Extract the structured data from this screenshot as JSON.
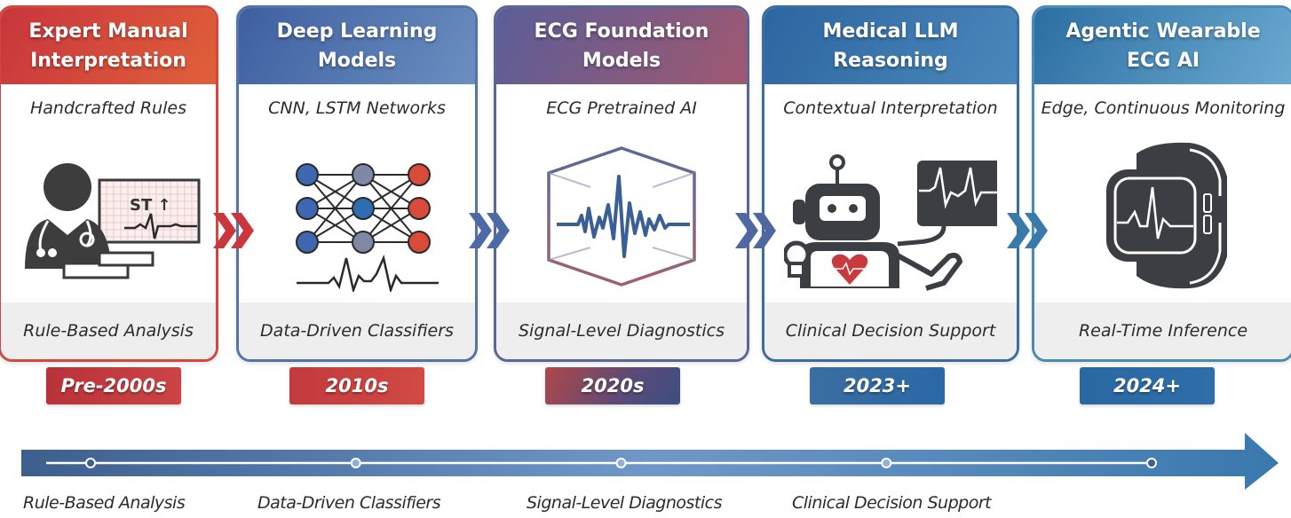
{
  "stages": [
    {
      "title_line1": "Expert Manual",
      "title_line2": "Interpretation",
      "subtitle": "Handcrafted Rules",
      "icon": "doctor-ecg-monitor-icon",
      "icon_text": "ST ↑",
      "footer": "Rule-Based Analysis",
      "era": "Pre-2000s",
      "header_colors": [
        "#c8353c",
        "#e0603a"
      ],
      "border_color": "#d0493f"
    },
    {
      "title_line1": "Deep Learning",
      "title_line2": "Models",
      "subtitle": "CNN, LSTM Networks",
      "icon": "neural-network-icon",
      "footer": "Data-Driven Classifiers",
      "era": "2010s",
      "header_colors": [
        "#3e5fa0",
        "#6a8fc0"
      ],
      "border_color": "#5473a8"
    },
    {
      "title_line1": "ECG Foundation",
      "title_line2": "Models",
      "subtitle": "ECG Pretrained AI",
      "icon": "ecg-cube-icon",
      "footer": "Signal-Level Diagnostics",
      "era": "2020s",
      "header_colors": [
        "#5a5e98",
        "#a05870"
      ],
      "border_color": "#5a6796"
    },
    {
      "title_line1": "Medical LLM",
      "title_line2": "Reasoning",
      "subtitle": "Contextual Interpretation",
      "icon": "robot-heart-monitor-icon",
      "footer": "Clinical Decision Support",
      "era": "2023+",
      "header_colors": [
        "#2d65a0",
        "#4a88bb"
      ],
      "border_color": "#3a6ea3"
    },
    {
      "title_line1": "Agentic Wearable",
      "title_line2": "ECG AI",
      "subtitle": "Edge, Continuous Monitoring",
      "icon": "smartwatch-ecg-icon",
      "footer": "Real-Time Inference",
      "era": "2024+",
      "header_colors": [
        "#2c6ea2",
        "#6aaad0"
      ],
      "border_color": "#4a8bb4"
    }
  ],
  "timeline": {
    "labels": [
      "Rule-Based Analysis",
      "Data-Driven Classifiers",
      "Signal-Level Diagnostics",
      "Clinical Decision Support"
    ],
    "milestone_count": 5,
    "arrow_colors": [
      "#3d5f8e",
      "#6f98c8",
      "#3a78ae"
    ]
  },
  "chevron_colors": [
    "#c9363c",
    "#4d6aa6",
    "#4f68a2",
    "#3a7aab"
  ]
}
